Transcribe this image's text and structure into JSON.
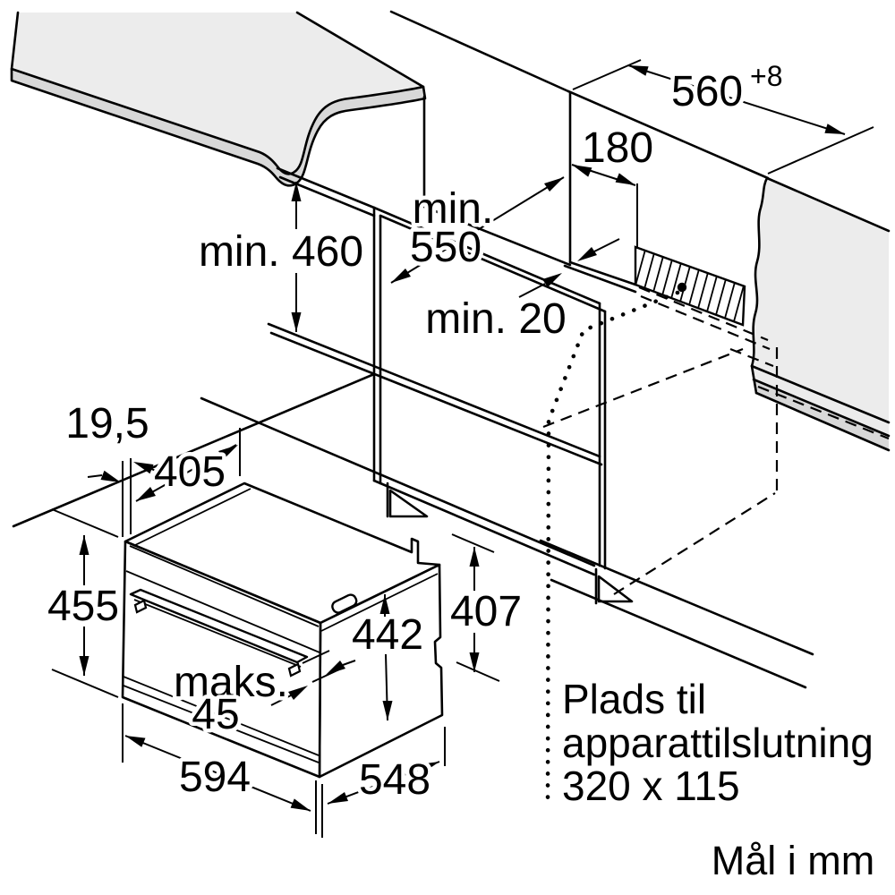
{
  "diagram": {
    "title": "Built-in oven niche installation drawing",
    "units_note": "Mål i mm",
    "dimensions": {
      "niche_height": "min. 460",
      "niche_depth_line1": "min.",
      "niche_depth_line2": "550",
      "niche_width": "560",
      "niche_width_tolerance": "+8",
      "connection_offset": "180",
      "rear_gap": "min. 20",
      "front_overhang": "19,5",
      "top_depth": "405",
      "front_height": "455",
      "body_height": "442",
      "niche_front_height": "407",
      "handle_depth_line1": "maks.",
      "handle_depth_line2": "45",
      "front_width": "594",
      "body_depth": "548"
    },
    "annotation": {
      "line1": "Plads til",
      "line2": "apparattilslutning",
      "line3": "320 x 115"
    },
    "colors": {
      "line": "#000000",
      "surface_light": "#ececec",
      "surface_mid": "#d8d8d8",
      "background": "#ffffff"
    }
  }
}
